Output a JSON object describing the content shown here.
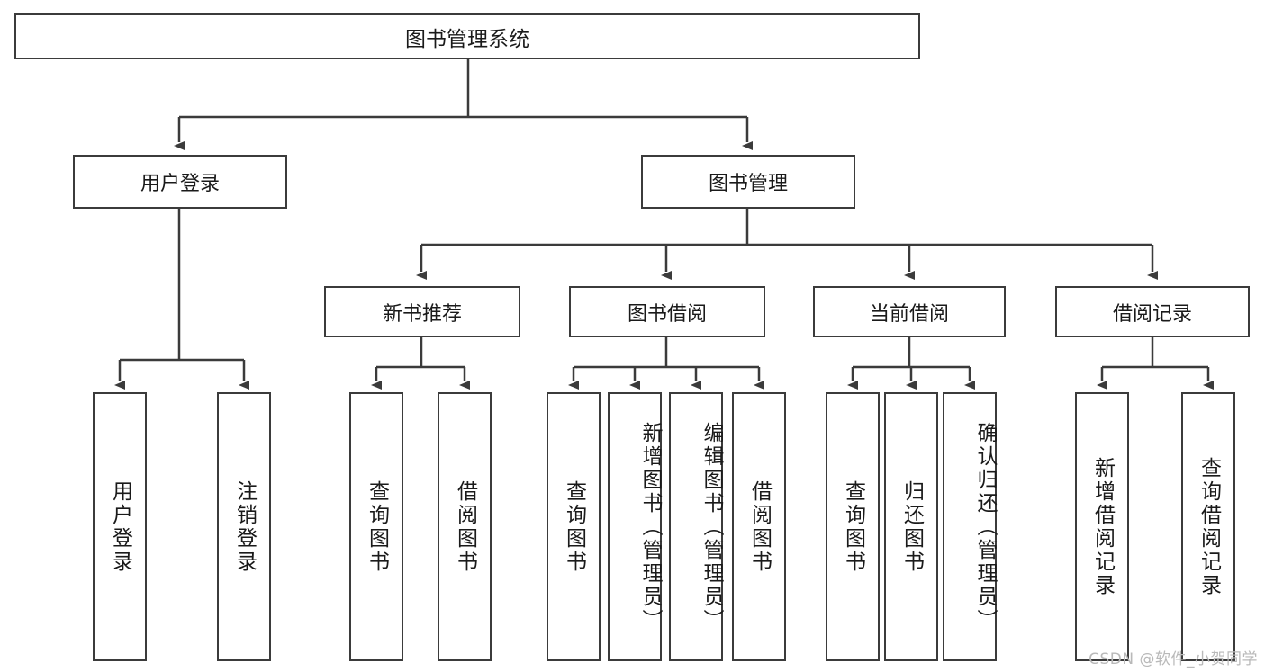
{
  "diagram": {
    "title": "图书管理系统",
    "type": "hierarchy-tree",
    "root": {
      "id": "root",
      "label": "图书管理系统"
    },
    "level2": [
      {
        "id": "user-login",
        "label": "用户登录"
      },
      {
        "id": "book-manage",
        "label": "图书管理"
      }
    ],
    "level3": [
      {
        "id": "new-book-rec",
        "label": "新书推荐",
        "parent": "book-manage"
      },
      {
        "id": "book-borrow",
        "label": "图书借阅",
        "parent": "book-manage"
      },
      {
        "id": "current-borrow",
        "label": "当前借阅",
        "parent": "book-manage"
      },
      {
        "id": "borrow-record",
        "label": "借阅记录",
        "parent": "book-manage"
      }
    ],
    "leaves": [
      {
        "id": "leaf-user-login",
        "label": "用户登录",
        "parent": "user-login"
      },
      {
        "id": "leaf-logout",
        "label": "注销登录",
        "parent": "user-login"
      },
      {
        "id": "leaf-query-book-1",
        "label": "查询图书",
        "parent": "new-book-rec"
      },
      {
        "id": "leaf-borrow-book-1",
        "label": "借阅图书",
        "parent": "new-book-rec"
      },
      {
        "id": "leaf-query-book-2",
        "label": "查询图书",
        "parent": "book-borrow"
      },
      {
        "id": "leaf-add-book",
        "label": "新增图书（管理员）",
        "parent": "book-borrow"
      },
      {
        "id": "leaf-edit-book",
        "label": "编辑图书（管理员）",
        "parent": "book-borrow"
      },
      {
        "id": "leaf-borrow-book-2",
        "label": "借阅图书",
        "parent": "book-borrow"
      },
      {
        "id": "leaf-query-book-3",
        "label": "查询图书",
        "parent": "current-borrow"
      },
      {
        "id": "leaf-return-book",
        "label": "归还图书",
        "parent": "current-borrow"
      },
      {
        "id": "leaf-confirm-return",
        "label": "确认归还（管理员）",
        "parent": "current-borrow"
      },
      {
        "id": "leaf-add-record",
        "label": "新增借阅记录",
        "parent": "borrow-record"
      },
      {
        "id": "leaf-query-record",
        "label": "查询借阅记录",
        "parent": "borrow-record"
      }
    ]
  },
  "watermark": {
    "text": "CSDN @软件_小贺同学"
  },
  "colors": {
    "stroke": "#3b3b3b",
    "background": "#ffffff",
    "text": "#1a1a1a",
    "watermark": "#b9b9b9"
  }
}
